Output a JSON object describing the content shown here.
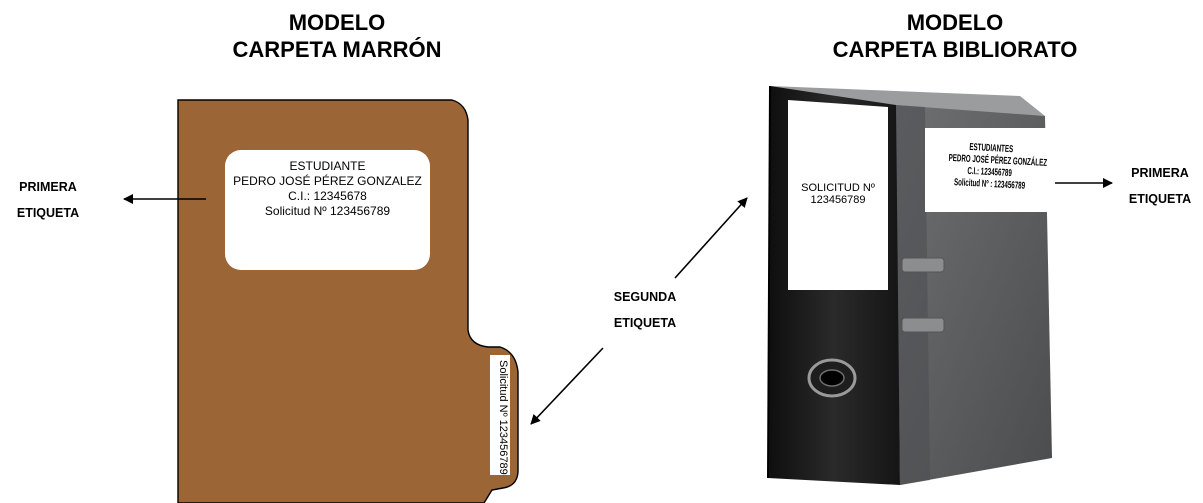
{
  "titles": {
    "left": [
      "MODELO",
      "CARPETA MARRÓN"
    ],
    "right": [
      "MODELO",
      "CARPETA BIBLIORATO"
    ]
  },
  "callouts": {
    "left_first": [
      "PRIMERA",
      "ETIQUETA"
    ],
    "second": [
      "SEGUNDA",
      "ETIQUETA"
    ],
    "right_first": [
      "PRIMERA",
      "ETIQUETA"
    ]
  },
  "brown_folder": {
    "label_lines": [
      "ESTUDIANTE",
      "PEDRO JOSÉ PÉREZ GONZALEZ",
      "C.I.: 12345678",
      "Solicitud Nº 123456789"
    ],
    "tab_label": "Solicitud Nº 123456789"
  },
  "binder": {
    "spine_label": [
      "SOLICITUD Nº",
      "123456789"
    ],
    "cover_label": [
      "ESTUDIANTES",
      "PEDRO JOSÉ PÉREZ GONZÁLEZ",
      "C.I.: 123456789",
      "Solicitud Nº : 123456789"
    ]
  },
  "colors": {
    "folder": "#9b6535",
    "binder_cover": "#5f6163",
    "binder_spine": "#1c1c1c"
  }
}
